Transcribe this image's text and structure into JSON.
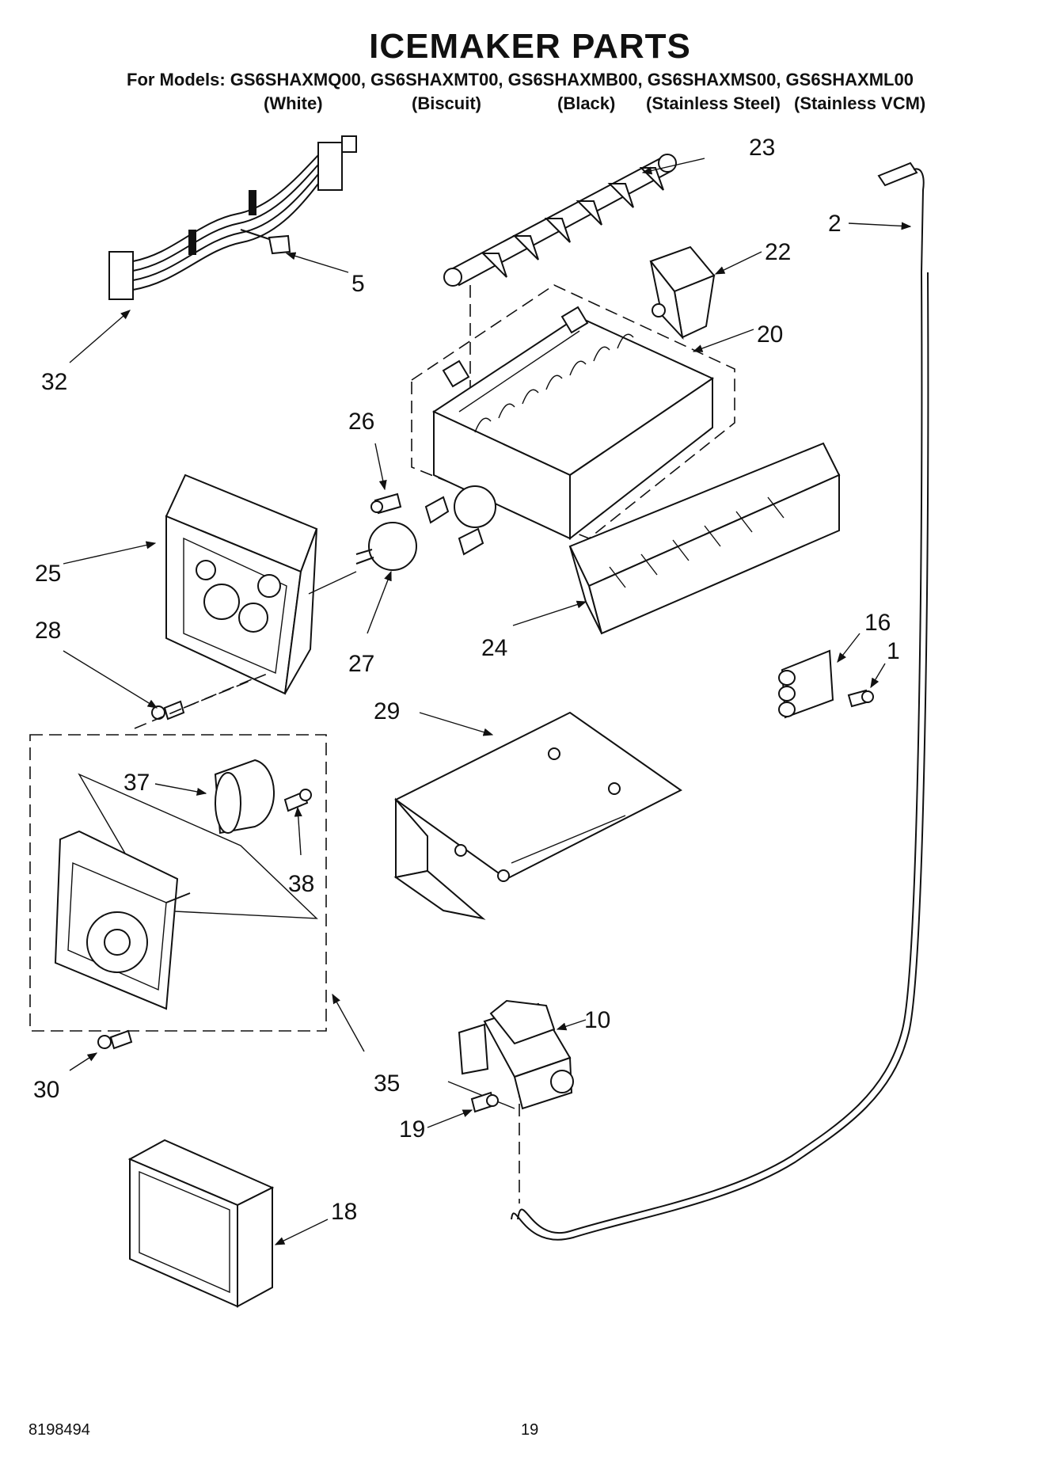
{
  "title": "ICEMAKER PARTS",
  "models_line": "For Models: GS6SHAXMQ00, GS6SHAXMT00, GS6SHAXMB00, GS6SHAXMS00, GS6SHAXML00",
  "finishes": [
    "(White)",
    "(Biscuit)",
    "(Black)",
    "(Stainless Steel)",
    "(Stainless VCM)"
  ],
  "footer": {
    "doc_number": "8198494",
    "page_number": "19"
  },
  "callouts": {
    "c1": "1",
    "c2": "2",
    "c5": "5",
    "c10": "10",
    "c16": "16",
    "c18": "18",
    "c19": "19",
    "c20": "20",
    "c22": "22",
    "c23": "23",
    "c24": "24",
    "c25": "25",
    "c26": "26",
    "c27": "27",
    "c28": "28",
    "c29": "29",
    "c30": "30",
    "c32": "32",
    "c35": "35",
    "c37": "37",
    "c38": "38"
  }
}
